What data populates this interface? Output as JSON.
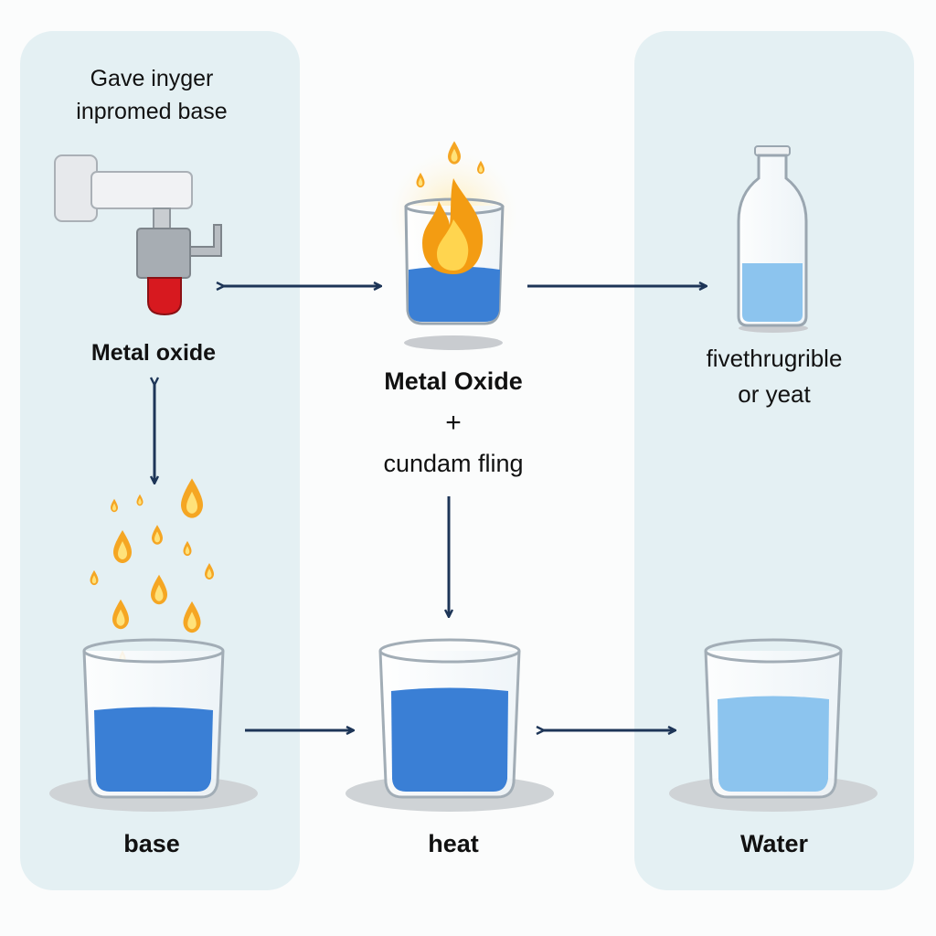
{
  "left_panel": {
    "header_line1": "Gave inyger",
    "header_line2": "inpromed base",
    "metal_oxide_label": "Metal oxide",
    "base_label": "base"
  },
  "center": {
    "compound_label": "Metal Oxide",
    "plus_sign": "+",
    "reagent_label": "cundam fling",
    "heat_label": "heat"
  },
  "right_panel": {
    "bottle_label_line1": "fivethrugrible",
    "bottle_label_line2": "or yeat",
    "water_label": "Water"
  },
  "colors": {
    "panel_bg": "#e4f0f3",
    "arrow": "#1d3557",
    "liquid_blue": "#3a7fd5",
    "liquid_light": "#8cc4ee",
    "flame_orange": "#f39c12",
    "flame_yellow": "#ffd54f"
  },
  "icons": [
    "faucet-icon",
    "beaker-with-flame-icon",
    "glass-bottle-icon",
    "flame-droplets-icon",
    "beaker-icon",
    "arrow-icon"
  ]
}
